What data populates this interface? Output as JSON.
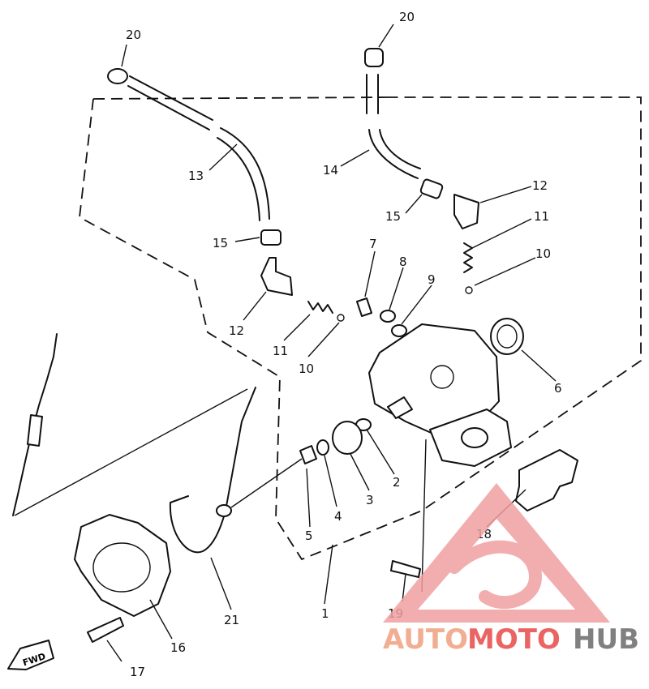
{
  "callouts": {
    "p20a": "20",
    "p20b": "20",
    "p13": "13",
    "p14": "14",
    "p15a": "15",
    "p15b": "15",
    "p12a": "12",
    "p12b": "12",
    "p11a": "11",
    "p11b": "11",
    "p10a": "10",
    "p10b": "10",
    "p7": "7",
    "p8": "8",
    "p9": "9",
    "p6": "6",
    "p2": "2",
    "p3": "3",
    "p4": "4",
    "p5": "5",
    "p1": "1",
    "p18": "18",
    "p19": "19",
    "p21": "21",
    "p16": "16",
    "p17": "17"
  },
  "fwd_label": "FWD",
  "watermark": {
    "part1": "AUTO",
    "part2": "MOTO",
    "part3": "HUB",
    "colors": {
      "auto": "#f0a080",
      "moto": "#e84a4a",
      "hub": "#6b6b6b"
    }
  }
}
